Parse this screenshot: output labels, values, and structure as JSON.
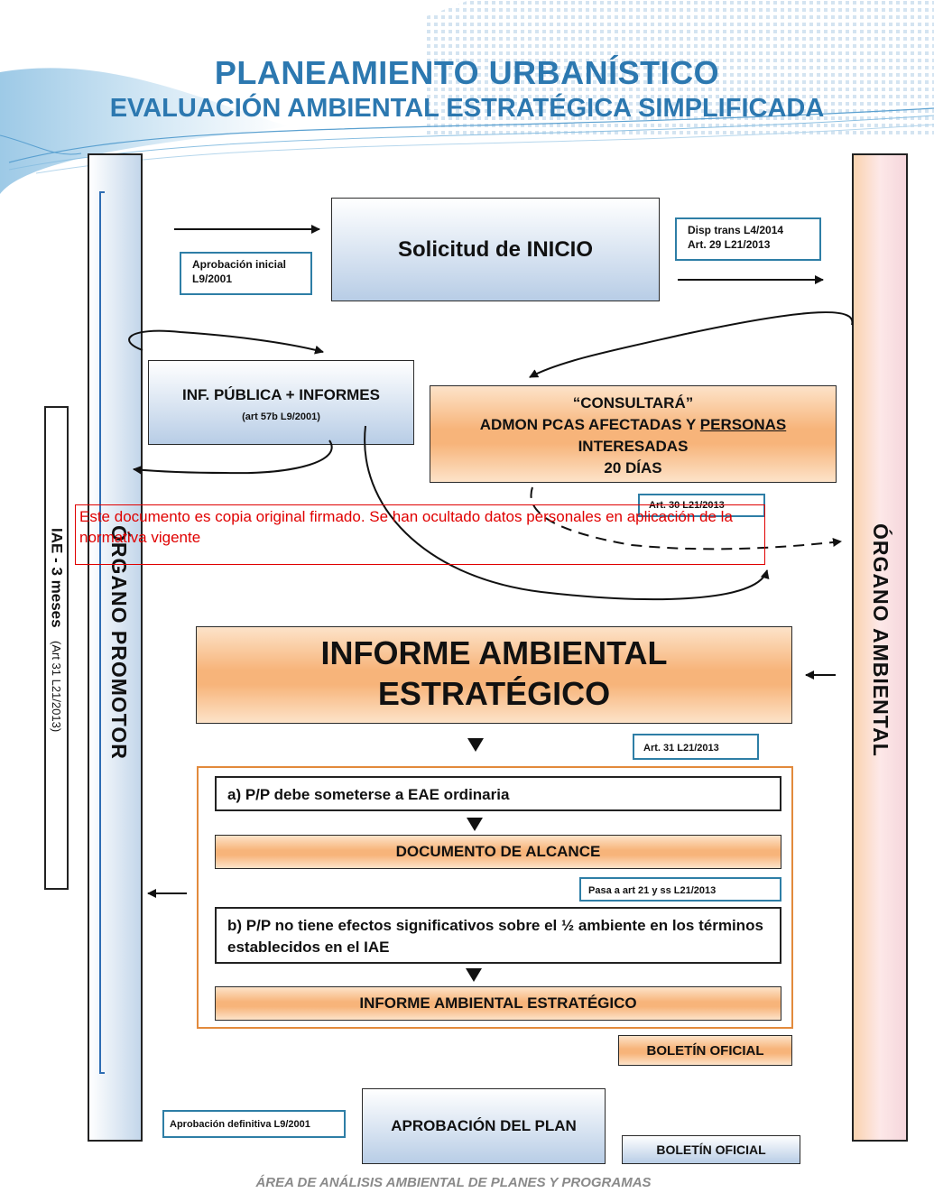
{
  "title": {
    "line1": "PLANEAMIENTO URBANÍSTICO",
    "line2": "EVALUACIÓN AMBIENTAL ESTRATÉGICA SIMPLIFICADA"
  },
  "sidebars": {
    "left": "ÓRGANO PROMOTOR",
    "right": "ÓRGANO AMBIENTAL",
    "iae_main": "IAE - 3 meses",
    "iae_ref": "(Art 31 L21/2013)"
  },
  "nodes": {
    "solicitud": "Solicitud de INICIO",
    "inf_publica_title": "INF. PÚBLICA + INFORMES",
    "inf_publica_ref": "(art 57b L9/2001)",
    "consultara_l1": "“CONSULTARÁ”",
    "consultara_l2a": "ADMON PCAS AFECTADAS Y ",
    "consultara_l2b": "PERSONAS",
    "consultara_l3": "INTERESADAS",
    "consultara_l4": "20 DÍAS",
    "informe_l1": "INFORME AMBIENTAL",
    "informe_l2": "ESTRATÉGICO",
    "option_a": "a) P/P debe someterse a EAE ordinaria",
    "documento_alcance": "DOCUMENTO DE ALCANCE",
    "option_b": "b) P/P no tiene efectos significativos sobre el ½ ambiente en los términos establecidos en el IAE",
    "informe_small": "INFORME AMBIENTAL ESTRATÉGICO",
    "boletin_1": "BOLETÍN OFICIAL",
    "aprobacion_plan": "APROBACIÓN DEL PLAN",
    "boletin_2": "BOLETÍN OFICIAL"
  },
  "notes": {
    "aprobacion_inicial": "Aprobación inicial L9/2001",
    "disp_trans_l1": "Disp trans L4/2014",
    "disp_trans_l2": "Art. 29 L21/2013",
    "art30": "Art. 30 L21/2013",
    "art31": "Art. 31 L21/2013",
    "pasa_art21": "Pasa a art 21 y ss L21/2013",
    "aprobacion_definitiva": "Aprobación definitiva L9/2001"
  },
  "stamp": "Este documento es copia original firmado. Se han ocultado datos personales en aplicación de la normativa vigente",
  "footer": "ÁREA DE ANÁLISIS AMBIENTAL DE PLANES Y PROGRAMAS",
  "colors": {
    "title_blue": "#2c78b0",
    "accent_orange": "#f7b47a",
    "stamp_red": "#e00000",
    "note_border": "#2e7ea6"
  }
}
